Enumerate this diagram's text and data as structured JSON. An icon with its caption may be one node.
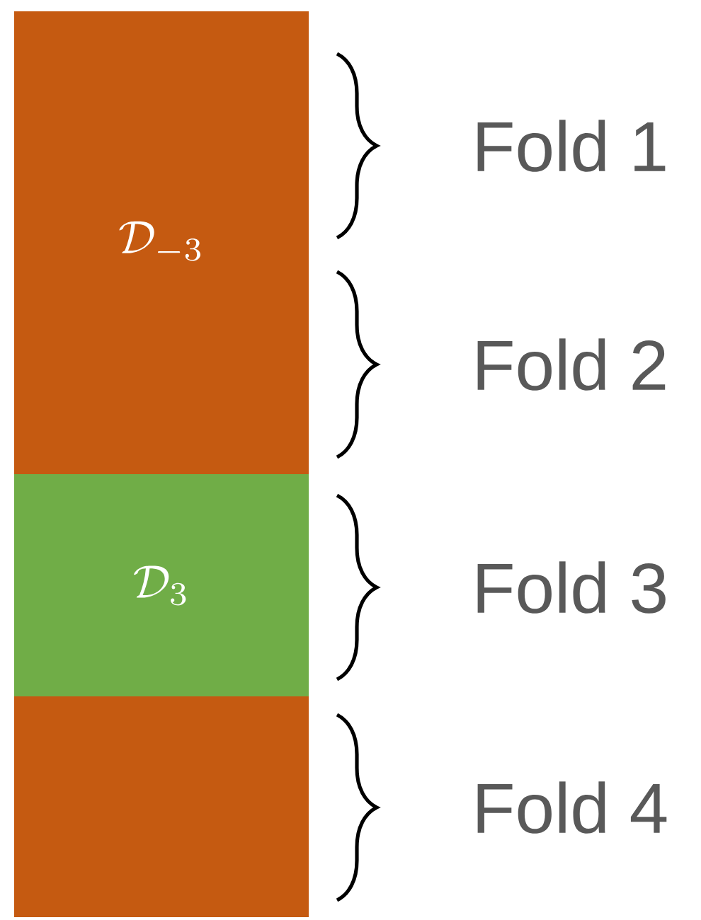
{
  "diagram": {
    "nodes": [
      {
        "text": [
          "\\mathcal{D}_{-3}"
        ]
      },
      {
        "text": [
          "\\mathcal{D}_{3}"
        ]
      },
      {
        "text": [],
        "shape": "box"
      }
    ],
    "labels": [
      "Fold 1",
      "Fold 2",
      "Fold 3",
      "Fold 4"
    ]
  }
}
